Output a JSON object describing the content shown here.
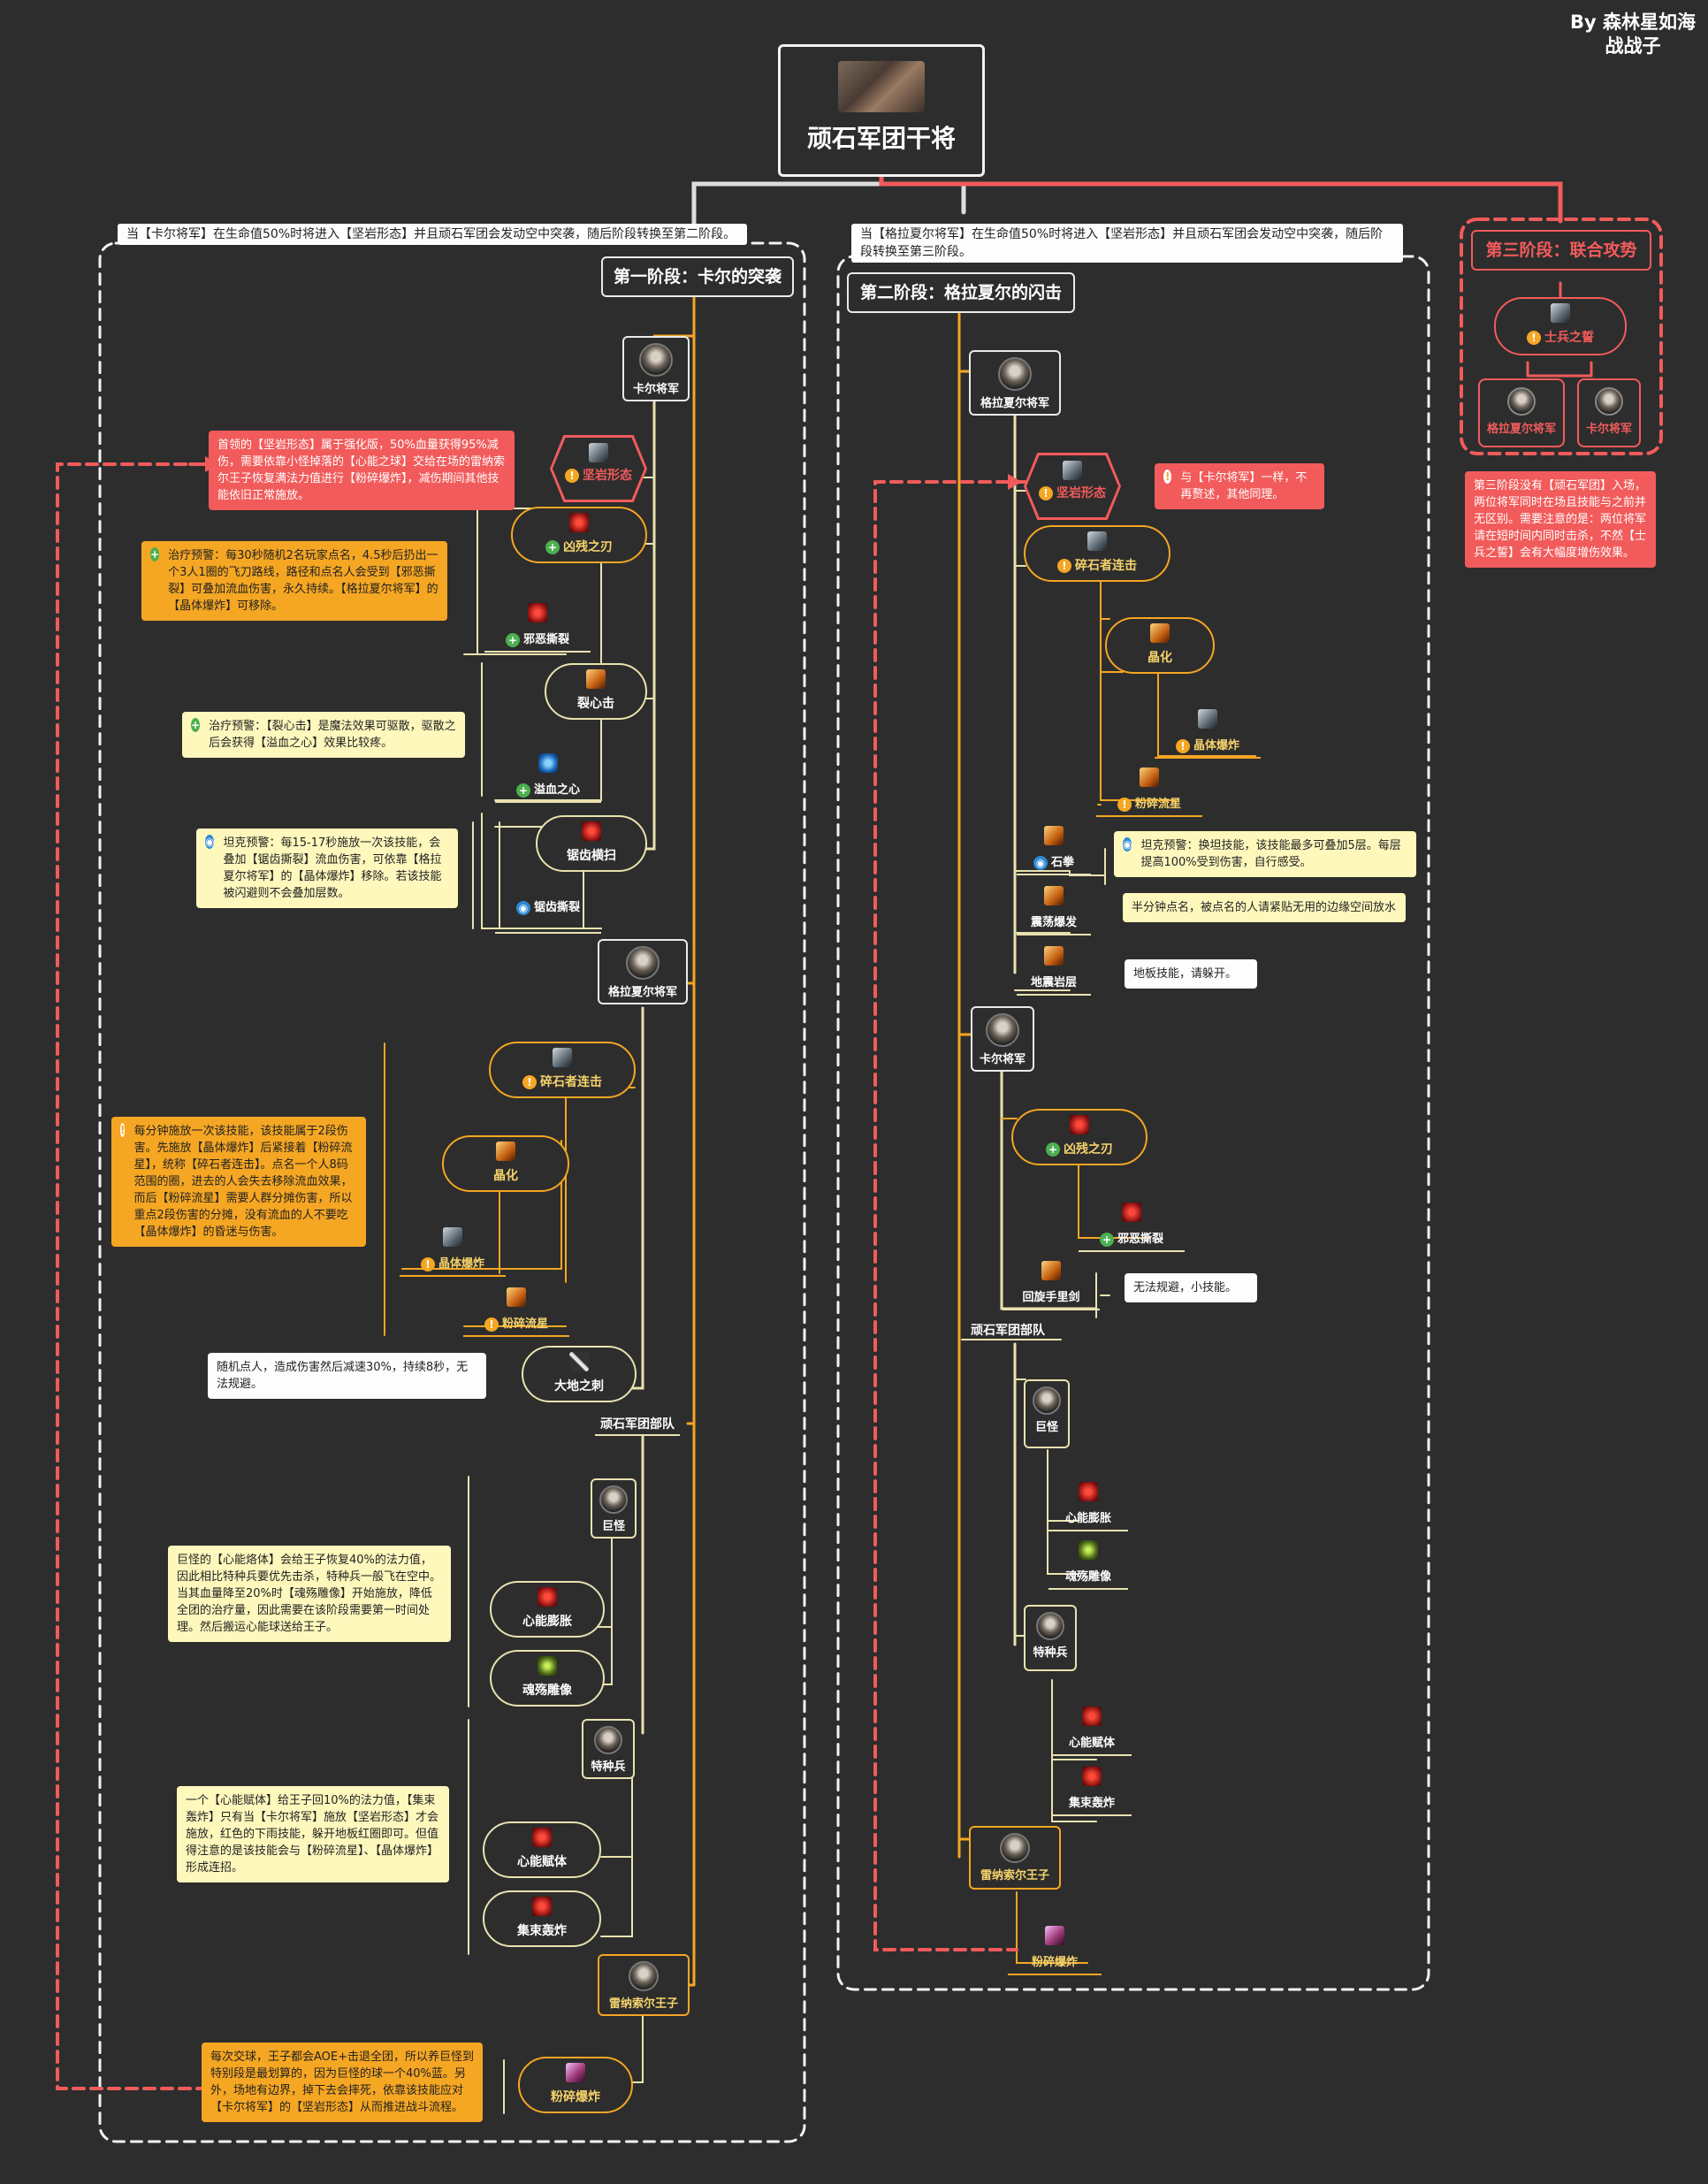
{
  "credit": {
    "line1": "By 森林星如海",
    "line2": "战战子"
  },
  "root": {
    "title": "顽石军团干将"
  },
  "intro": {
    "phase1": "当【卡尔将军】在生命值50%时将进入【坚岩形态】并且顽石军团会发动空中突袭，随后阶段转换至第二阶段。",
    "phase2": "当【格拉夏尔将军】在生命值50%时将进入【坚岩形态】并且顽石军团会发动空中突袭，随后阶段转换至第三阶段。"
  },
  "phase1": {
    "title": "第一阶段：卡尔的突袭",
    "kaal": "卡尔将军",
    "stone_form": "坚岩形态",
    "stone_note": "首领的【坚岩形态】属于强化版，50%血量获得95%减伤，需要依靠小怪掉落的【心能之球】交给在场的雷纳索尔王子恢复满法力值进行【粉碎爆炸】，减伤期间其他技能依旧正常施放。",
    "wicked_blade": "凶残之刃",
    "wicked_laceration": "邪恶撕裂",
    "blade_note": "治疗预警：每30秒随机2名玩家点名，4.5秒后扔出一个3人1圈的飞刀路线，路径和点名人会受到【邪恶撕裂】可叠加流血伤害，永久持续。【格拉夏尔将军】的【晶体爆炸】可移除。",
    "heart_rend": "裂心击",
    "heart_hemorrhage": "溢血之心",
    "heart_note": "治疗预警：【裂心击】是魔法效果可驱散，驱散之后会获得【溢血之心】效果比较疼。",
    "serrated_swipe": "锯齿横扫",
    "serrated_tear": "锯齿撕裂",
    "serrated_note": "坦克预警：每15-17秒施放一次该技能，会叠加【锯齿撕裂】流血伤害，可依靠【格拉夏尔将军】的【晶体爆炸】移除。若该技能被闪避则不会叠加层数。",
    "grashaal": "格拉夏尔将军",
    "stonecrusher": "碎石者连击",
    "crystalize": "晶化",
    "crystal_burst": "晶体爆炸",
    "pulverize_meteor": "粉碎流星",
    "combo_note": "每分钟施放一次该技能，该技能属于2段伤害。先施放【晶体爆炸】后紧接着【粉碎流星】，统称【碎石者连击】。点名一个人8码范围的圈，进去的人会失去移除流血效果，而后【粉碎流星】需要人群分摊伤害，所以重点2段伤害的分摊，没有流血的人不要吃【晶体爆炸】的昏迷与伤害。",
    "earth_spike": "大地之刺",
    "spike_note": "随机点人，造成伤害然后减速30%，持续8秒，无法规避。",
    "legion": "顽石军团部队",
    "goliath": "巨怪",
    "goliath_a": "心能膨胀",
    "goliath_b": "魂殇雕像",
    "goliath_note": "巨怪的【心能烙体】会给王子恢复40%的法力值，因此相比特种兵要优先击杀，特种兵一般飞在空中。当其血量降至20%时【魂殇雕像】开始施放，降低全团的治疗量，因此需要在该阶段需要第一时间处理。然后搬运心能球送给王子。",
    "commando": "特种兵",
    "commando_a": "心能赋体",
    "commando_b": "集束轰炸",
    "commando_note": "一个【心能赋体】给王子回10%的法力值，【集束轰炸】只有当【卡尔将军】施放【坚岩形态】才会施放，红色的下雨技能，躲开地板红圈即可。但值得注意的是该技能会与【粉碎流星】、【晶体爆炸】形成连招。",
    "prince": "雷纳索尔王子",
    "shatter": "粉碎爆炸",
    "prince_note": "每次交球，王子都会AOE+击退全团，所以养巨怪到特别段是最划算的，因为巨怪的球一个40%蓝。另外，场地有边界，掉下去会摔死，依靠该技能应对【卡尔将军】的【坚岩形态】从而推进战斗流程。"
  },
  "phase2": {
    "title": "第二阶段：格拉夏尔的闪击",
    "grashaal": "格拉夏尔将军",
    "stone_form": "坚岩形态",
    "stone_note": "与【卡尔将军】一样，不再赘述，其他同理。",
    "stonecrusher": "碎石者连击",
    "crystalize": "晶化",
    "crystal_burst": "晶体爆炸",
    "pulverize_meteor": "粉碎流星",
    "stone_fist": "石拳",
    "fist_note": "坦克预警：换坦技能，该技能最多可叠加5层。每层提高100%受到伤害，自行感受。",
    "seismic": "震荡爆发",
    "seismic_note": "半分钟点名，被点名的人请紧贴无用的边缘空间放水",
    "quake": "地震岩层",
    "quake_note": "地板技能，请躲开。",
    "kaal": "卡尔将军",
    "wicked_blade": "凶残之刃",
    "wicked_laceration": "邪恶撕裂",
    "sword": "回旋手里剑",
    "sword_note": "无法规避，小技能。",
    "legion": "顽石军团部队",
    "goliath": "巨怪",
    "goliath_a": "心能膨胀",
    "goliath_b": "魂殇雕像",
    "commando": "特种兵",
    "commando_a": "心能赋体",
    "commando_b": "集束轰炸",
    "prince": "雷纳索尔王子",
    "shatter": "粉碎爆炸"
  },
  "phase3": {
    "title": "第三阶段：联合攻势",
    "oath": "士兵之誓",
    "grashaal": "格拉夏尔将军",
    "kaal": "卡尔将军",
    "note": "第三阶段没有【顽石军团】入场，两位将军同时在场且技能与之前并无区别。需要注意的是：两位将军请在短时间内同时击杀，不然【士兵之誓】会有大幅度增伤效果。"
  },
  "colors": {
    "background": "#2d2d2d",
    "orange": "#f5a623",
    "red": "#f25b5b",
    "cream": "#e9e2b0",
    "note_yellow": "#fff8bd"
  }
}
